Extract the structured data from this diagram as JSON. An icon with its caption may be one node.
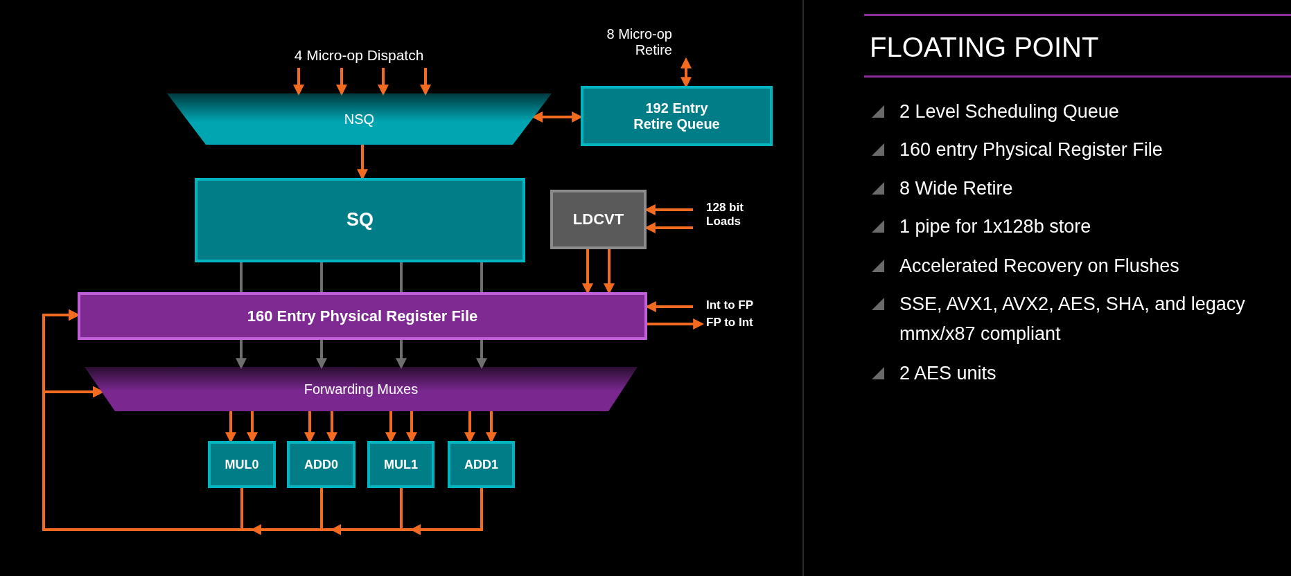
{
  "diagram": {
    "title": "FLOATING POINT",
    "nodes": [
      {
        "text": [
          "4 Micro-op Dispatch"
        ]
      },
      {
        "text": [
          "8 Micro-op Retire"
        ]
      },
      {
        "text": [
          "NSQ"
        ]
      },
      {
        "text": [
          "192 Entry Retire Queue"
        ]
      },
      {
        "text": [
          "SQ"
        ]
      },
      {
        "text": [
          "LDCVT"
        ]
      },
      {
        "text": [
          "128 bit Loads"
        ]
      },
      {
        "text": [
          "160 Entry Physical Register File"
        ]
      },
      {
        "text": [
          "Int to FP"
        ]
      },
      {
        "text": [
          "FP to Int"
        ]
      },
      {
        "text": [
          "Forwarding Muxes"
        ]
      },
      {
        "text": [
          "MUL0"
        ]
      },
      {
        "text": [
          "ADD0"
        ]
      },
      {
        "text": [
          "MUL1"
        ]
      },
      {
        "text": [
          "ADD1"
        ]
      }
    ],
    "edges": [
      {
        "from": 0,
        "to": 2,
        "arrow": "to"
      },
      {
        "from": 0,
        "to": 2,
        "arrow": "to"
      },
      {
        "from": 0,
        "to": 2,
        "arrow": "to"
      },
      {
        "from": 0,
        "to": 2,
        "arrow": "to"
      },
      {
        "from": 1,
        "to": 3,
        "arrow": "both"
      },
      {
        "from": 2,
        "to": 3,
        "arrow": "both"
      },
      {
        "from": 2,
        "to": 4,
        "arrow": "to"
      },
      {
        "from": 6,
        "to": 5,
        "arrow": "to"
      },
      {
        "from": 6,
        "to": 5,
        "arrow": "to"
      },
      {
        "from": 5,
        "to": 7,
        "arrow": "to"
      },
      {
        "from": 5,
        "to": 7,
        "arrow": "to"
      },
      {
        "from": 8,
        "to": 7,
        "arrow": "to"
      },
      {
        "from": 7,
        "to": 9,
        "arrow": "to"
      },
      {
        "from": 4,
        "to": 7,
        "arrow": "none",
        "color": "#6e6e6e"
      },
      {
        "from": 4,
        "to": 7,
        "arrow": "none",
        "color": "#6e6e6e"
      },
      {
        "from": 4,
        "to": 7,
        "arrow": "none",
        "color": "#6e6e6e"
      },
      {
        "from": 4,
        "to": 7,
        "arrow": "none",
        "color": "#6e6e6e"
      },
      {
        "from": 7,
        "to": 10,
        "arrow": "to",
        "color": "#6e6e6e"
      },
      {
        "from": 7,
        "to": 10,
        "arrow": "to",
        "color": "#6e6e6e"
      },
      {
        "from": 7,
        "to": 10,
        "arrow": "to",
        "color": "#6e6e6e"
      },
      {
        "from": 7,
        "to": 10,
        "arrow": "to",
        "color": "#6e6e6e"
      },
      {
        "from": 10,
        "to": 11,
        "arrow": "to"
      },
      {
        "from": 10,
        "to": 11,
        "arrow": "to"
      },
      {
        "from": 10,
        "to": 12,
        "arrow": "to"
      },
      {
        "from": 10,
        "to": 12,
        "arrow": "to"
      },
      {
        "from": 10,
        "to": 13,
        "arrow": "to"
      },
      {
        "from": 10,
        "to": 13,
        "arrow": "to"
      },
      {
        "from": 10,
        "to": 14,
        "arrow": "to"
      },
      {
        "from": 10,
        "to": 14,
        "arrow": "to"
      },
      {
        "from": 11,
        "to": 7,
        "arrow": "to"
      },
      {
        "from": 12,
        "to": 7,
        "arrow": "to"
      },
      {
        "from": 13,
        "to": 7,
        "arrow": "to"
      },
      {
        "from": 14,
        "to": 7,
        "arrow": "to"
      },
      {
        "from": 11,
        "to": 10,
        "arrow": "to"
      },
      {
        "from": 12,
        "to": 10,
        "arrow": "to"
      },
      {
        "from": 13,
        "to": 10,
        "arrow": "to"
      },
      {
        "from": 14,
        "to": 10,
        "arrow": "to"
      }
    ],
    "labels": [
      "2 Level Scheduling Queue",
      "160 entry Physical Register File",
      "8 Wide Retire",
      "1 pipe for 1x128b store",
      "Accelerated Recovery on Flushes",
      "SSE, AVX1, AVX2, AES, SHA, and legacy mmx/x87 compliant",
      "2 AES units"
    ]
  }
}
